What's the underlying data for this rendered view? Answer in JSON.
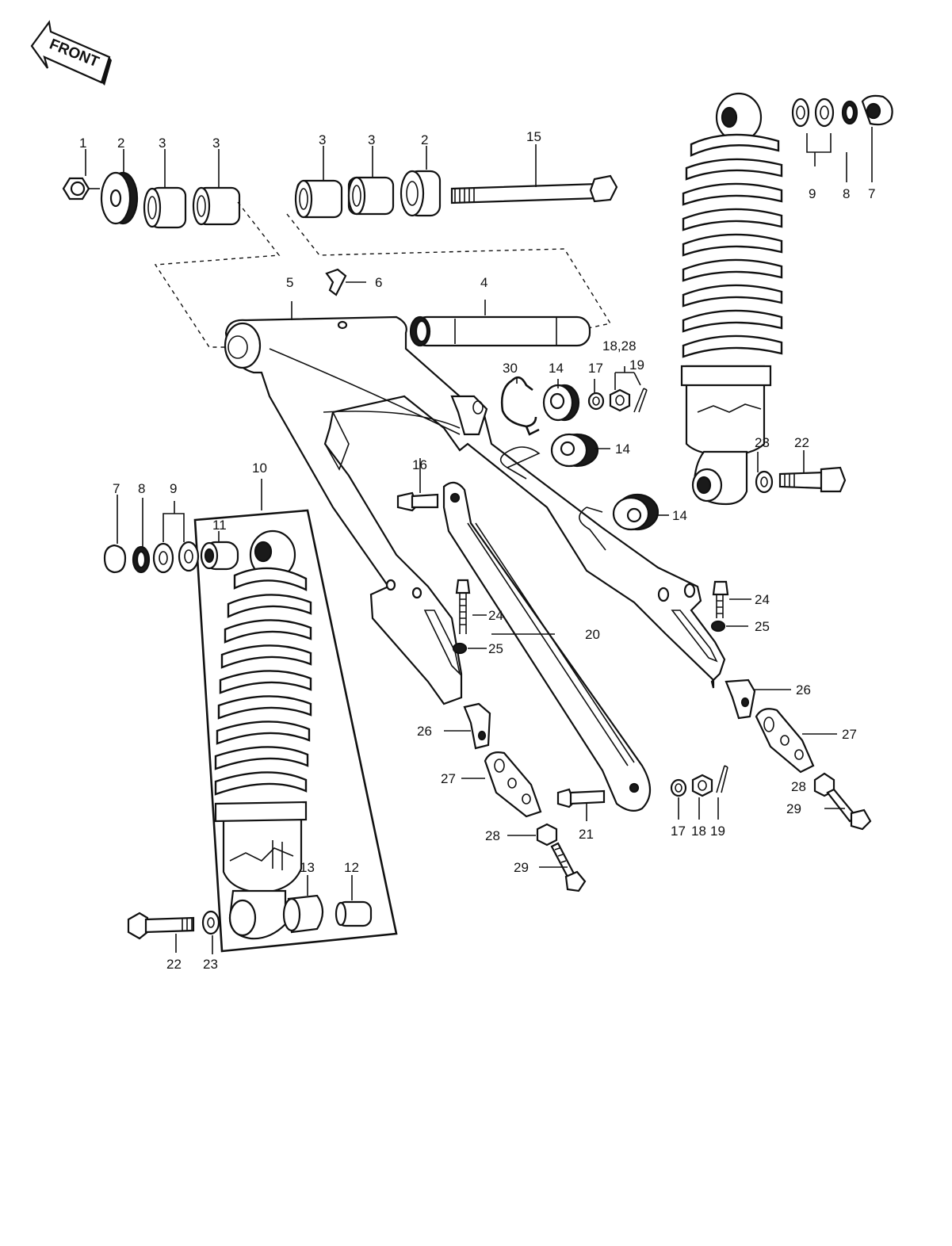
{
  "front_label": "FRONT",
  "callouts": [
    {
      "id": "c1",
      "text": "1"
    },
    {
      "id": "c2a",
      "text": "2"
    },
    {
      "id": "c3a",
      "text": "3"
    },
    {
      "id": "c3b",
      "text": "3"
    },
    {
      "id": "c3c",
      "text": "3"
    },
    {
      "id": "c3d",
      "text": "3"
    },
    {
      "id": "c2b",
      "text": "2"
    },
    {
      "id": "c15",
      "text": "15"
    },
    {
      "id": "c5",
      "text": "5"
    },
    {
      "id": "c6",
      "text": "6"
    },
    {
      "id": "c4",
      "text": "4"
    },
    {
      "id": "c9a",
      "text": "9"
    },
    {
      "id": "c8a",
      "text": "8"
    },
    {
      "id": "c7a",
      "text": "7"
    },
    {
      "id": "c1828",
      "text": "18,28"
    },
    {
      "id": "c19a",
      "text": "19"
    },
    {
      "id": "c30",
      "text": "30"
    },
    {
      "id": "c14a",
      "text": "14"
    },
    {
      "id": "c17a",
      "text": "17"
    },
    {
      "id": "c14b",
      "text": "14"
    },
    {
      "id": "c23a",
      "text": "23"
    },
    {
      "id": "c22a",
      "text": "22"
    },
    {
      "id": "c16",
      "text": "16"
    },
    {
      "id": "c14c",
      "text": "14"
    },
    {
      "id": "c10",
      "text": "10"
    },
    {
      "id": "c7b",
      "text": "7"
    },
    {
      "id": "c8b",
      "text": "8"
    },
    {
      "id": "c9b",
      "text": "9"
    },
    {
      "id": "c11",
      "text": "11"
    },
    {
      "id": "c24a",
      "text": "24"
    },
    {
      "id": "c25a",
      "text": "25"
    },
    {
      "id": "c24b",
      "text": "24"
    },
    {
      "id": "c25b",
      "text": "25"
    },
    {
      "id": "c20",
      "text": "20"
    },
    {
      "id": "c26a",
      "text": "26"
    },
    {
      "id": "c26b",
      "text": "26"
    },
    {
      "id": "c27a",
      "text": "27"
    },
    {
      "id": "c27b",
      "text": "27"
    },
    {
      "id": "c28a",
      "text": "28"
    },
    {
      "id": "c28b",
      "text": "28"
    },
    {
      "id": "c29a",
      "text": "29"
    },
    {
      "id": "c29b",
      "text": "29"
    },
    {
      "id": "c21",
      "text": "21"
    },
    {
      "id": "c17b",
      "text": "17"
    },
    {
      "id": "c18b",
      "text": "18"
    },
    {
      "id": "c19b",
      "text": "19"
    },
    {
      "id": "c13",
      "text": "13"
    },
    {
      "id": "c12",
      "text": "12"
    },
    {
      "id": "c22b",
      "text": "22"
    },
    {
      "id": "c23b",
      "text": "23"
    }
  ]
}
